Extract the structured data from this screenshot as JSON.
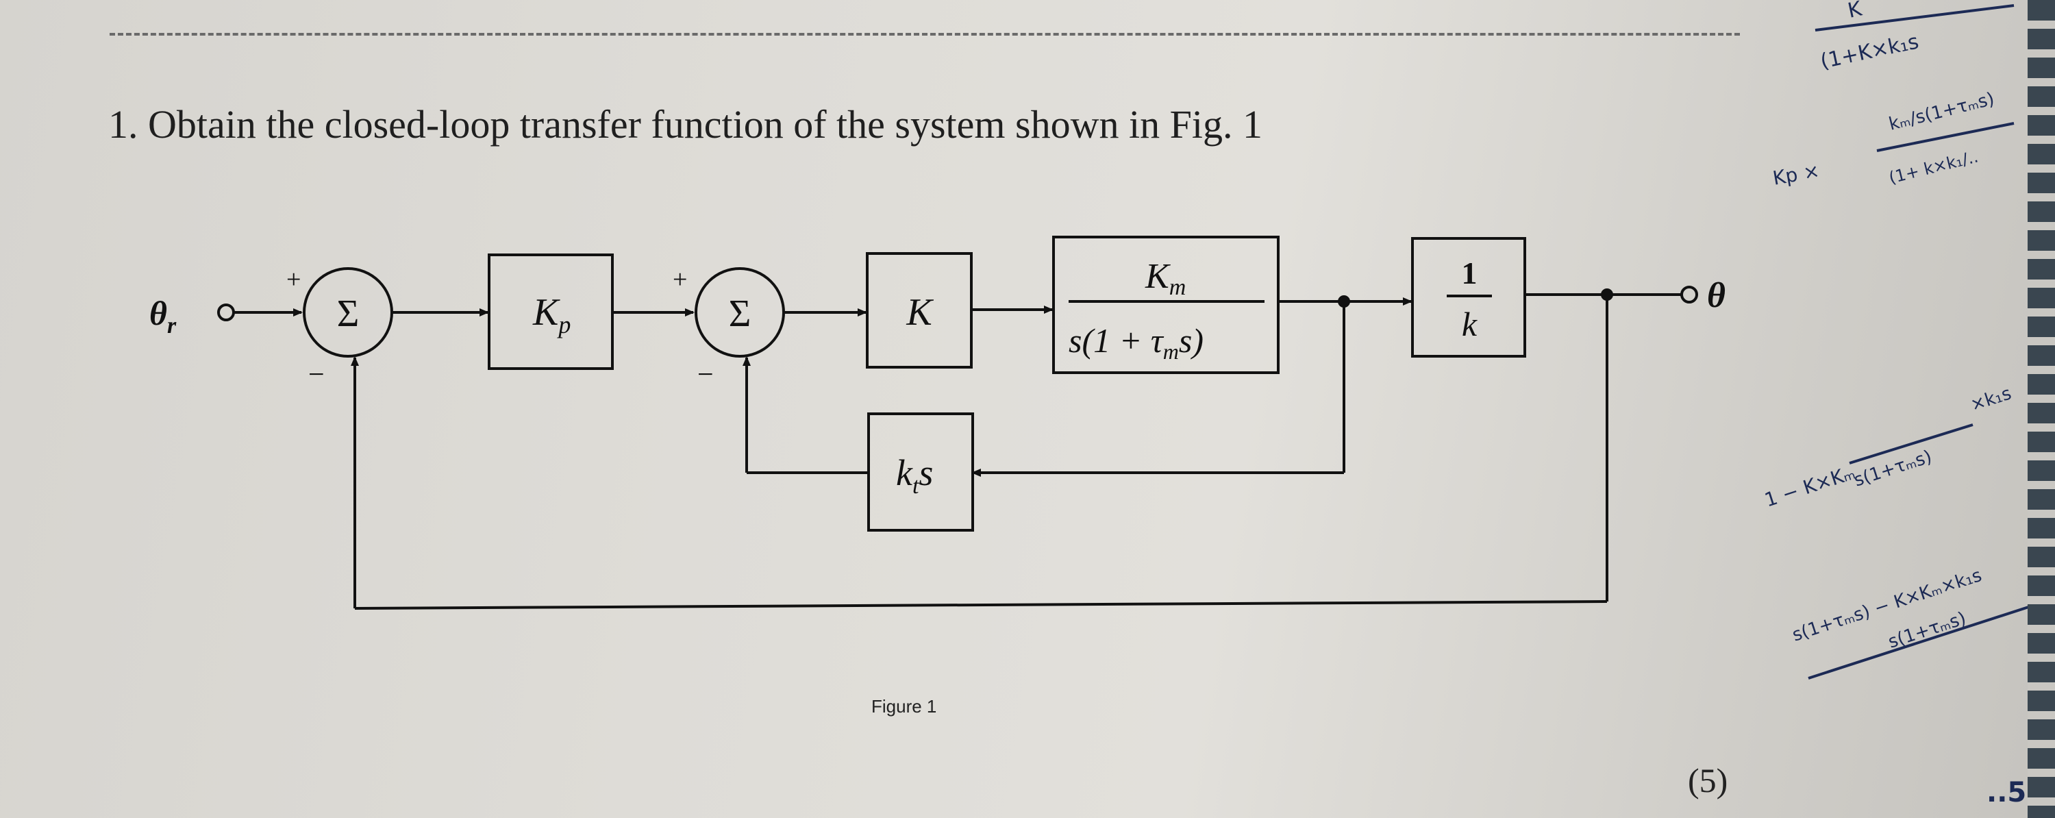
{
  "question": {
    "text": "1. Obtain the closed-loop transfer function of the system shown in Fig. 1",
    "marks": "(5)"
  },
  "figure": {
    "caption": "Figure 1",
    "input_label": "θ",
    "input_subscript": "r",
    "output_label": "θ",
    "sum_symbol": "Σ",
    "sign_plus": "+",
    "sign_minus": "−",
    "block_kp": "K",
    "block_kp_sub": "p",
    "block_k": "K",
    "block_motor_num": "K",
    "block_motor_num_sub": "m",
    "block_motor_den_a": "s(1 + τ",
    "block_motor_den_sub": "m",
    "block_motor_den_b": "s)",
    "block_gear_num": "1",
    "block_gear_den": "k",
    "block_feedback_k": "k",
    "block_feedback_sub": "t",
    "block_feedback_s": "s"
  },
  "annotations": {
    "top_1": "K",
    "top_2": "(1+K×k₁s",
    "top_3": "kₘ/s(1+τₘs)",
    "top_4": "Kp ×",
    "top_5": "(1+ k×k₁/..",
    "mid_1": "1 − K×Kₘ",
    "mid_2": "s(1+τₘs)",
    "mid_3": "×k₁s",
    "low_1": "s(1+τₘs) − K×Kₘ×k₁s",
    "low_2": "s(1+τₘs)",
    "corner": "..5"
  }
}
